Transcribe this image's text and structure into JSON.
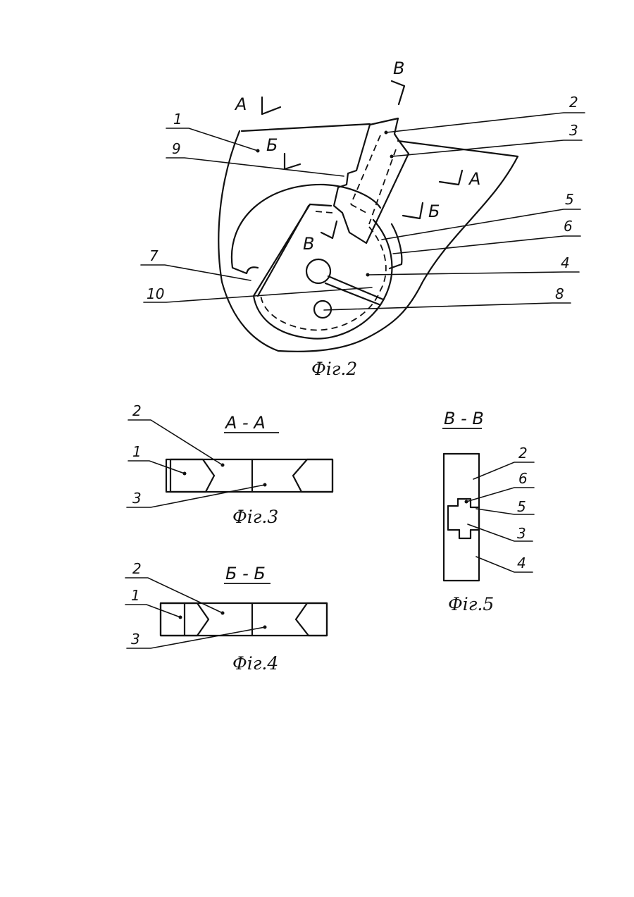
{
  "fig2": {
    "caption": "Фiг.2",
    "labels": [
      "1",
      "2",
      "3",
      "4",
      "5",
      "6",
      "7",
      "8",
      "9",
      "10"
    ],
    "section_marks": {
      "a1": "A",
      "a2": "A",
      "b1": "Б",
      "b2": "Б",
      "v1": "B",
      "v2": "B"
    }
  },
  "fig3": {
    "title": "A - A",
    "caption": "Фiг.3",
    "labels": [
      "1",
      "2",
      "3"
    ]
  },
  "fig4": {
    "title": "Б - Б",
    "caption": "Фiг.4",
    "labels": [
      "1",
      "2",
      "3"
    ]
  },
  "fig5": {
    "title": "B - B",
    "caption": "Фiг.5",
    "labels": [
      "2",
      "6",
      "5",
      "3",
      "4"
    ]
  }
}
